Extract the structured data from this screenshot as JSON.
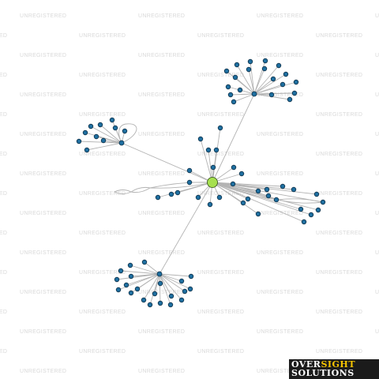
{
  "watermark": {
    "text": "UNREGISTERED"
  },
  "logo": {
    "part1": "OVER",
    "part2": "SIGHT",
    "part3": "SOLUTIONS"
  },
  "colors": {
    "edge": "#b3b3b3",
    "node_fill": "#1f6fa0",
    "node_stroke": "#0d2f47",
    "center_fill": "#a6e04f",
    "center_stroke": "#2e4d12",
    "logo_bg": "#1b1b1b",
    "logo_accent": "#f5c400"
  }
}
